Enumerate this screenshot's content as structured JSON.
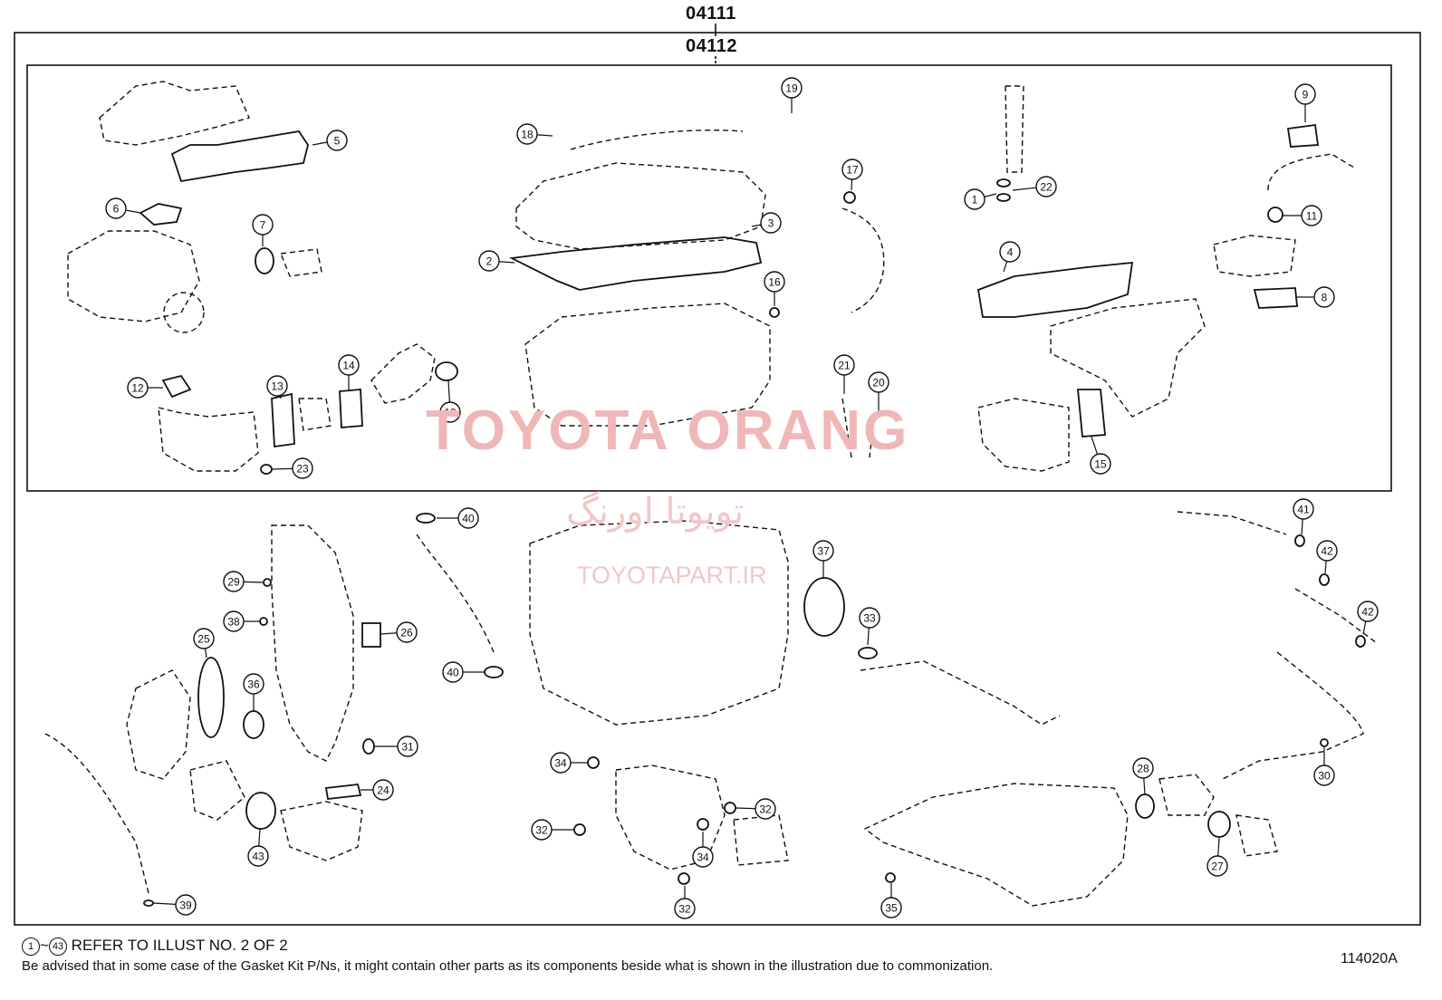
{
  "kits": {
    "outer": "04111",
    "inner": "04112"
  },
  "watermark": {
    "brand": "TOYOTA ORANG",
    "persian": "تویوتا اورنگ",
    "site": "TOYOTAPART.IR"
  },
  "footer": {
    "range_from": "1",
    "range_sep": "~",
    "range_to": "43",
    "line1": "REFER TO ILLUST NO. 2 OF 2",
    "line2": "Be advised that in some case of the Gasket Kit P/Ns,  it might contain other parts as its components beside what is shown in the illustration due to commonization."
  },
  "illustration_ref": "114020A",
  "callouts": [
    "1",
    "2",
    "3",
    "4",
    "5",
    "6",
    "7",
    "8",
    "9",
    "10",
    "11",
    "12",
    "13",
    "14",
    "15",
    "16",
    "17",
    "18",
    "19",
    "20",
    "21",
    "22",
    "23",
    "24",
    "25",
    "26",
    "27",
    "28",
    "29",
    "30",
    "31",
    "32",
    "32",
    "32",
    "33",
    "34",
    "34",
    "35",
    "36",
    "37",
    "38",
    "39",
    "40",
    "40",
    "41",
    "42",
    "42",
    "43"
  ]
}
